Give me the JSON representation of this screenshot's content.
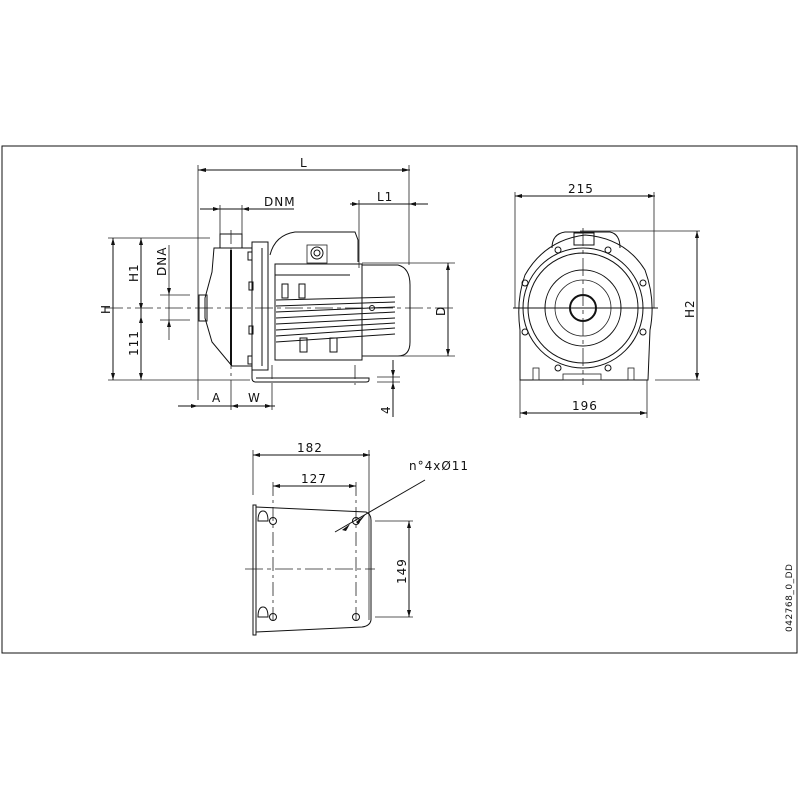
{
  "drawing": {
    "code": "042768_0_DD",
    "side_view": {
      "labels": {
        "L": "L",
        "L1": "L1",
        "DNM": "DNM",
        "DNA": "DNA",
        "H": "H",
        "H1": "H1",
        "h111": "111",
        "D": "D",
        "A": "A",
        "W": "W",
        "four": "4"
      }
    },
    "front_view": {
      "labels": {
        "width_top": "215",
        "width_bottom": "196",
        "H2": "H2"
      }
    },
    "base_view": {
      "labels": {
        "outer_width": "182",
        "hole_spacing_x": "127",
        "hole_spacing_y": "149",
        "holes": "n°4xØ11"
      }
    }
  }
}
